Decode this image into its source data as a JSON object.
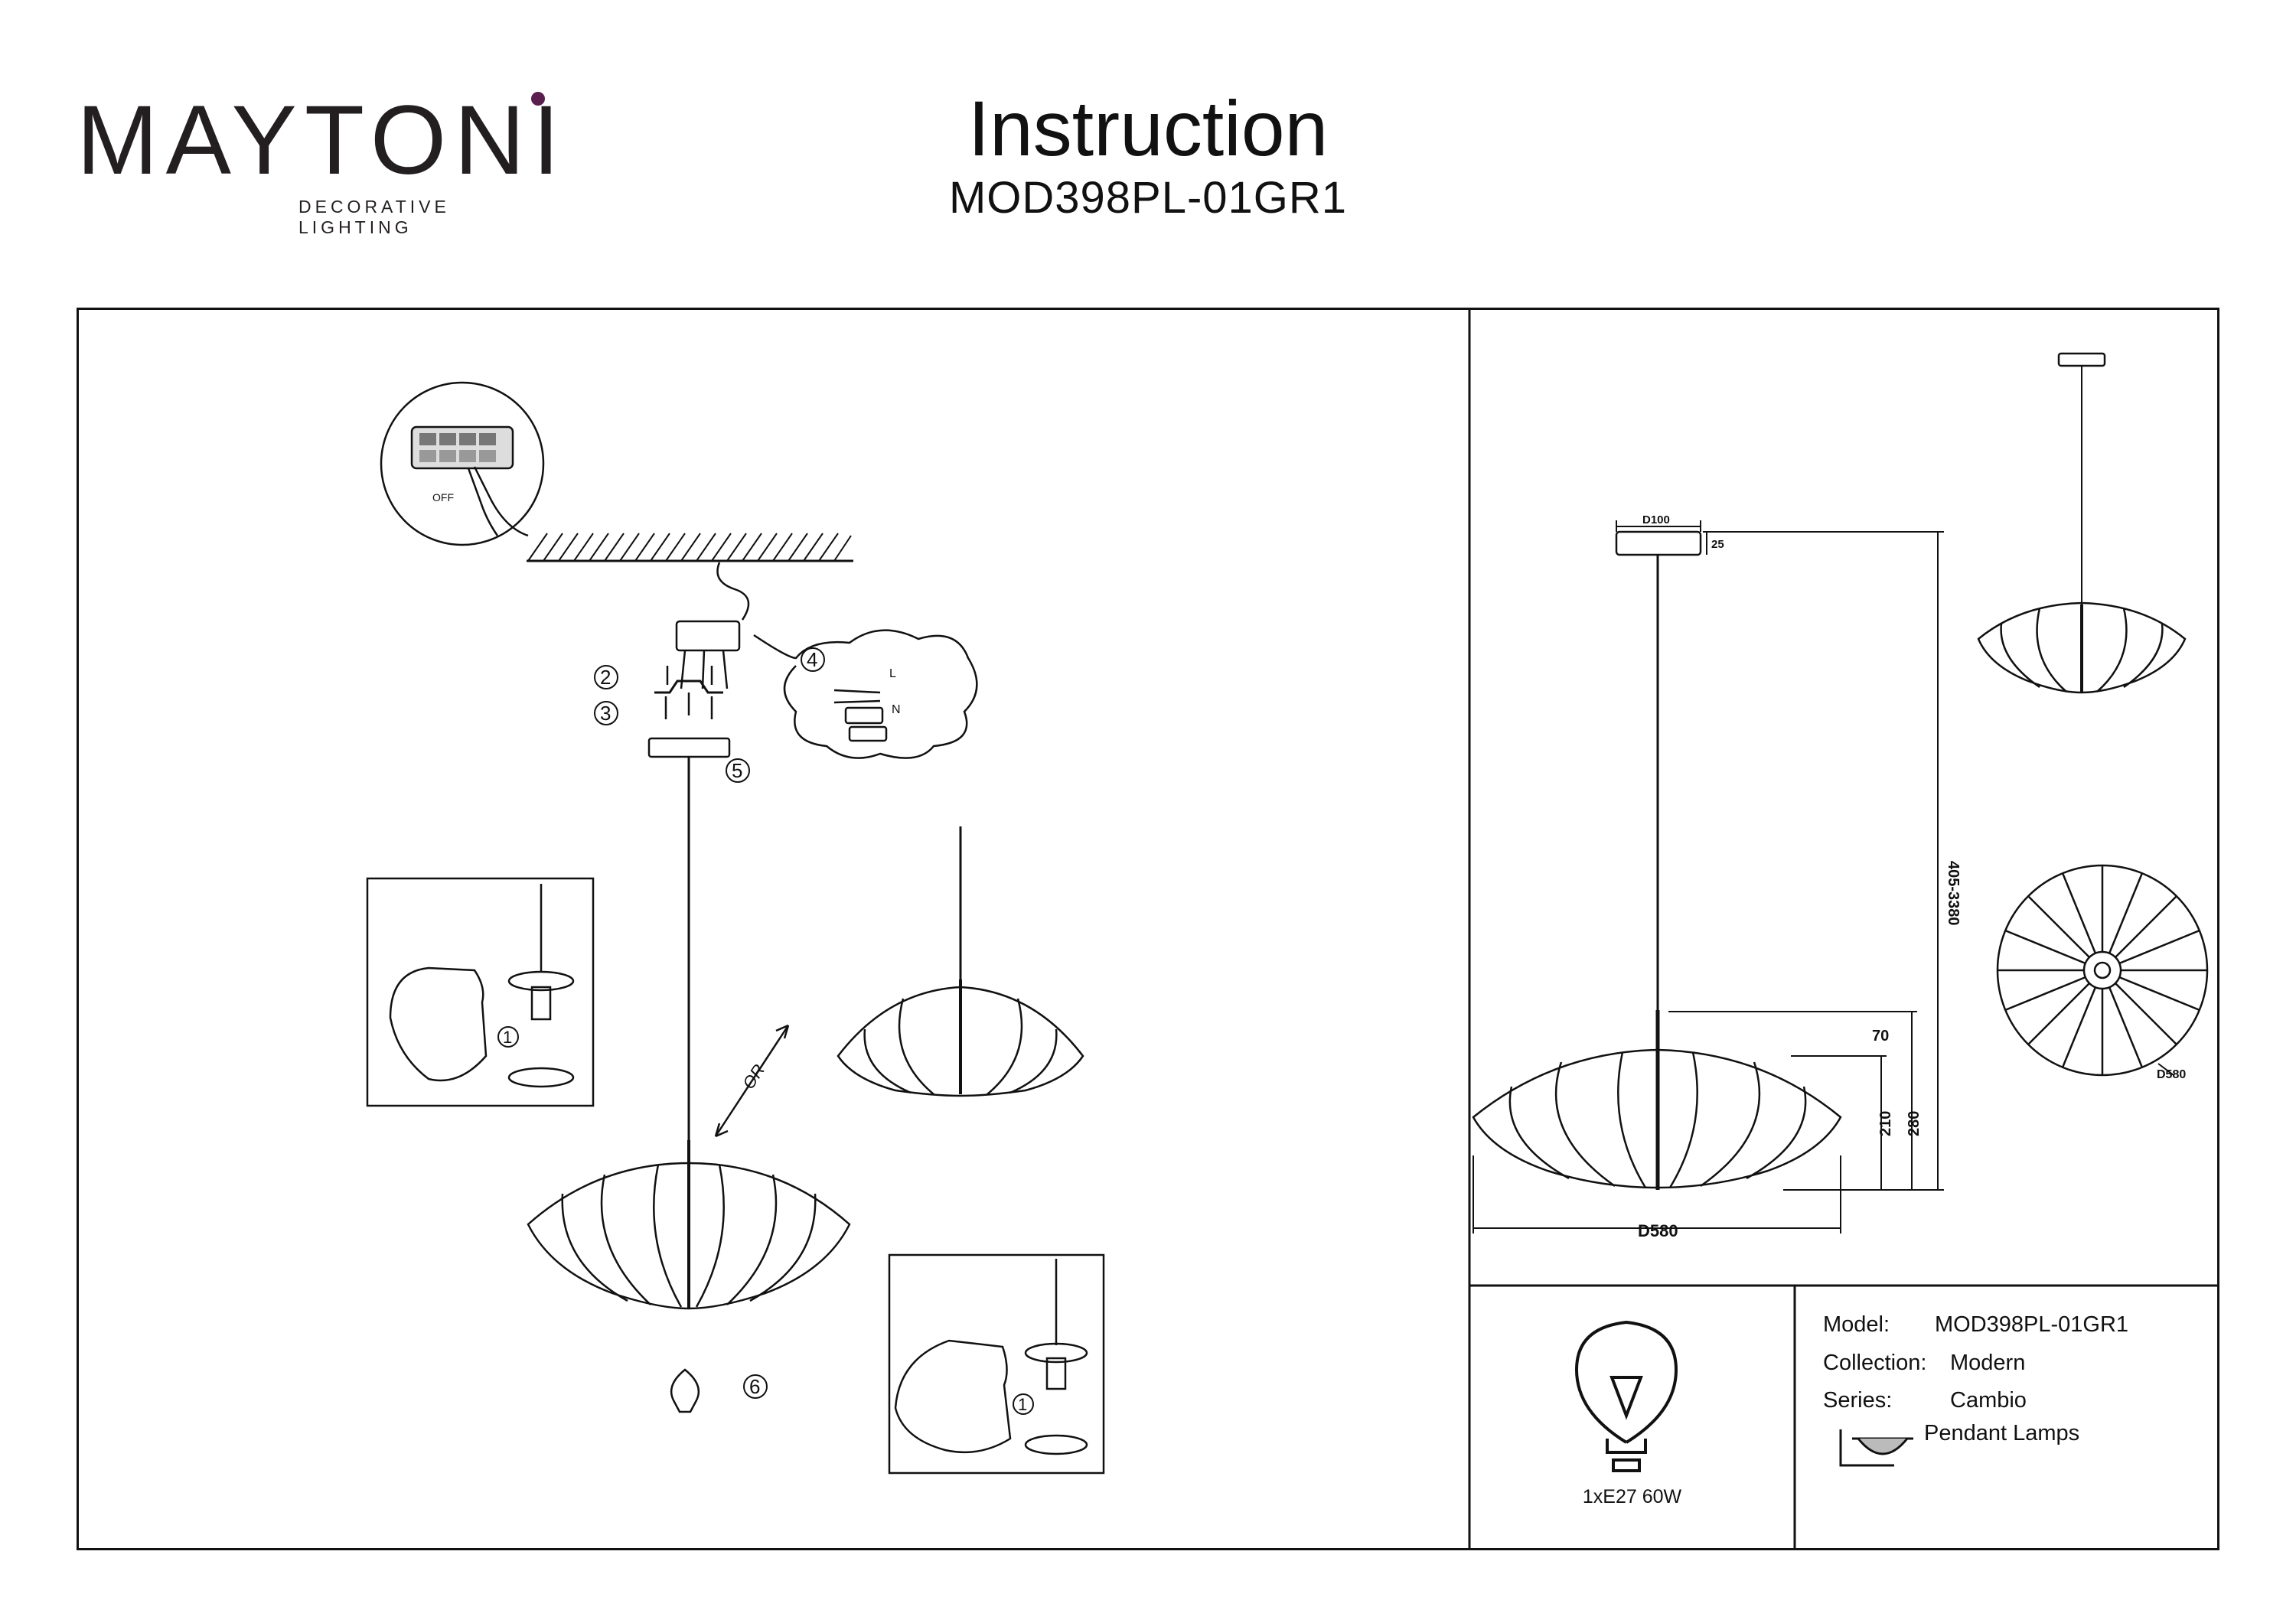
{
  "brand": {
    "name": "MAYTONI",
    "tagline": "DECORATIVE LIGHTING",
    "accent_color": "#5a1f4f"
  },
  "header": {
    "title": "Instruction",
    "model_code": "MOD398PL-01GR1"
  },
  "assembly": {
    "switch_label": "OFF",
    "option_label": "OR",
    "steps": [
      "1",
      "2",
      "3",
      "4",
      "5",
      "6"
    ],
    "wire_labels": {
      "live": "L",
      "neutral": "N"
    }
  },
  "dimensions": {
    "canopy_diameter": "D100",
    "canopy_height": "25",
    "total_height": "405-3380",
    "top_offset": "70",
    "shade_height": "210",
    "lamp_height": "280",
    "shade_diameter": "D580",
    "top_view_diameter": "D580"
  },
  "bulb": {
    "spec": "1xE27 60W"
  },
  "specs": {
    "model_label": "Model:",
    "model_value": "MOD398PL-01GR1",
    "collection_label": "Collection:",
    "collection_value": "Modern",
    "series_label": "Series:",
    "series_value": "Cambio",
    "type_value": "Pendant Lamps"
  }
}
